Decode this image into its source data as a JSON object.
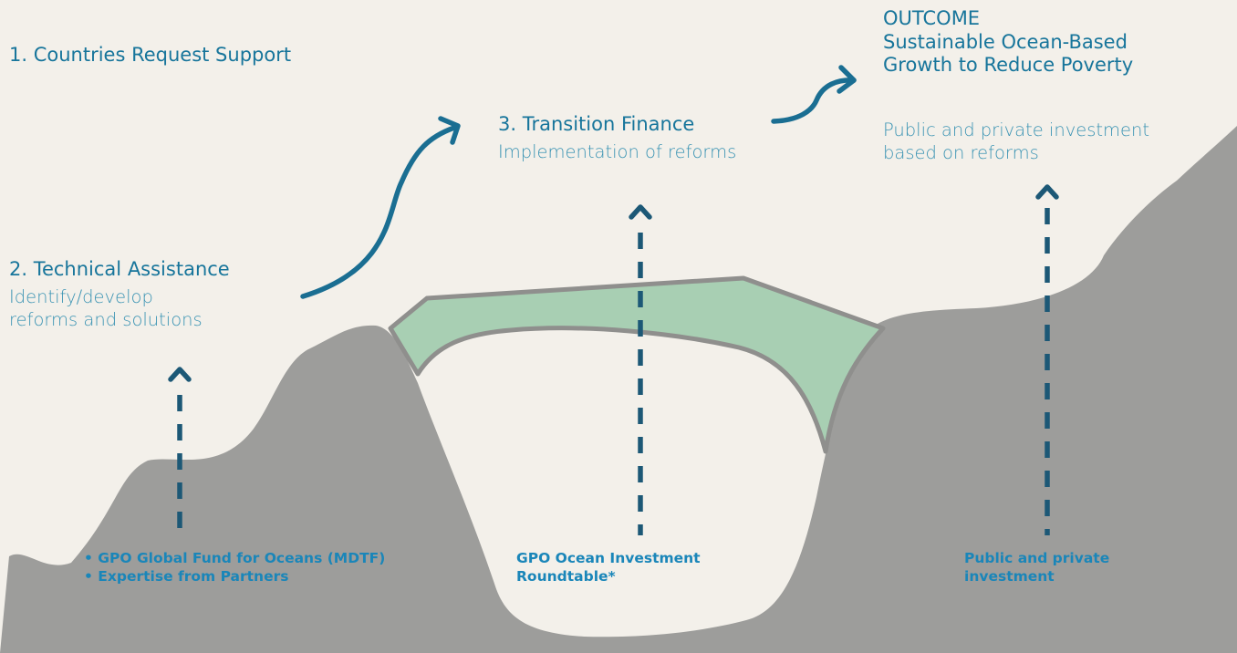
{
  "colors": {
    "background": "#f3f0ea",
    "terrain": "#9d9d9b",
    "bridge_fill": "#a8cfb3",
    "bridge_outline": "#8f8f8d",
    "arrow_curve": "#1a6e92",
    "arrow_dashed": "#1c5876",
    "heading_text": "#17759b",
    "body_text": "#3a93b3",
    "bottom_text": "#1a86b9"
  },
  "step1": {
    "title": "1. Countries Request Support"
  },
  "step2": {
    "title": "2. Technical Assistance",
    "line1": "Identify/develop",
    "line2": "reforms and solutions"
  },
  "step3": {
    "title": "3. Transition Finance",
    "subtitle": "Implementation of reforms"
  },
  "outcome": {
    "label": "OUTCOME",
    "line1": "Sustainable Ocean-Based",
    "line2": "Growth to Reduce Poverty",
    "desc1": "Public and private investment",
    "desc2": "based on reforms"
  },
  "inputs": {
    "left": {
      "line1": "• GPO Global Fund for Oceans (MDTF)",
      "line2": "• Expertise from Partners"
    },
    "middle": {
      "line1": "GPO Ocean Investment",
      "line2": "Roundtable*"
    },
    "right": {
      "line1": "Public and private",
      "line2": "investment"
    }
  },
  "icons": {
    "curved_arrows": "curved-arrow-icon",
    "dashed_arrows": "dashed-up-arrow-icon"
  }
}
